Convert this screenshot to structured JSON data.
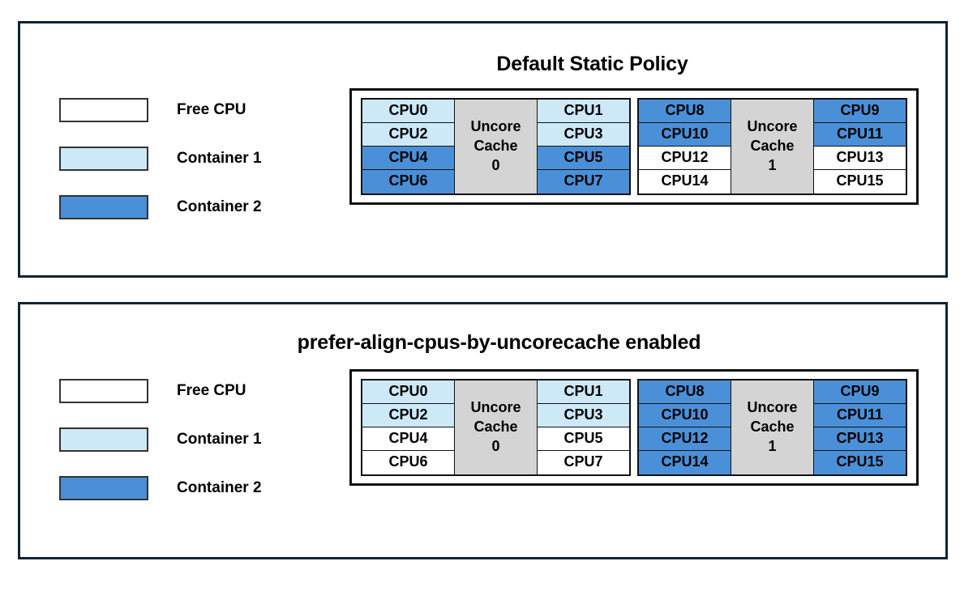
{
  "panels": [
    {
      "title": "Default Static Policy",
      "legend": [
        {
          "label": "Free CPU",
          "color": "#ffffff",
          "kind": "free"
        },
        {
          "label": "Container 1",
          "color": "#cde9f7",
          "kind": "c1"
        },
        {
          "label": "Container 2",
          "color": "#4a90d9",
          "kind": "c2"
        }
      ],
      "cache_groups": [
        {
          "uncore_line1": "Uncore",
          "uncore_line2": "Cache",
          "uncore_index": "0",
          "left_column": [
            {
              "label": "CPU0",
              "kind": "c1"
            },
            {
              "label": "CPU2",
              "kind": "c1"
            },
            {
              "label": "CPU4",
              "kind": "c2"
            },
            {
              "label": "CPU6",
              "kind": "c2"
            }
          ],
          "right_column": [
            {
              "label": "CPU1",
              "kind": "c1"
            },
            {
              "label": "CPU3",
              "kind": "c1"
            },
            {
              "label": "CPU5",
              "kind": "c2"
            },
            {
              "label": "CPU7",
              "kind": "c2"
            }
          ]
        },
        {
          "uncore_line1": "Uncore",
          "uncore_line2": "Cache",
          "uncore_index": "1",
          "left_column": [
            {
              "label": "CPU8",
              "kind": "c2"
            },
            {
              "label": "CPU10",
              "kind": "c2"
            },
            {
              "label": "CPU12",
              "kind": "free"
            },
            {
              "label": "CPU14",
              "kind": "free"
            }
          ],
          "right_column": [
            {
              "label": "CPU9",
              "kind": "c2"
            },
            {
              "label": "CPU11",
              "kind": "c2"
            },
            {
              "label": "CPU13",
              "kind": "free"
            },
            {
              "label": "CPU15",
              "kind": "free"
            }
          ]
        }
      ]
    },
    {
      "title": "prefer-align-cpus-by-uncorecache enabled",
      "legend": [
        {
          "label": "Free CPU",
          "color": "#ffffff",
          "kind": "free"
        },
        {
          "label": "Container 1",
          "color": "#cde9f7",
          "kind": "c1"
        },
        {
          "label": "Container 2",
          "color": "#4a90d9",
          "kind": "c2"
        }
      ],
      "cache_groups": [
        {
          "uncore_line1": "Uncore",
          "uncore_line2": "Cache",
          "uncore_index": "0",
          "left_column": [
            {
              "label": "CPU0",
              "kind": "c1"
            },
            {
              "label": "CPU2",
              "kind": "c1"
            },
            {
              "label": "CPU4",
              "kind": "free"
            },
            {
              "label": "CPU6",
              "kind": "free"
            }
          ],
          "right_column": [
            {
              "label": "CPU1",
              "kind": "c1"
            },
            {
              "label": "CPU3",
              "kind": "c1"
            },
            {
              "label": "CPU5",
              "kind": "free"
            },
            {
              "label": "CPU7",
              "kind": "free"
            }
          ]
        },
        {
          "uncore_line1": "Uncore",
          "uncore_line2": "Cache",
          "uncore_index": "1",
          "left_column": [
            {
              "label": "CPU8",
              "kind": "c2"
            },
            {
              "label": "CPU10",
              "kind": "c2"
            },
            {
              "label": "CPU12",
              "kind": "c2"
            },
            {
              "label": "CPU14",
              "kind": "c2"
            }
          ],
          "right_column": [
            {
              "label": "CPU9",
              "kind": "c2"
            },
            {
              "label": "CPU11",
              "kind": "c2"
            },
            {
              "label": "CPU13",
              "kind": "c2"
            },
            {
              "label": "CPU15",
              "kind": "c2"
            }
          ]
        }
      ]
    }
  ],
  "colors": {
    "free_cpu": "#ffffff",
    "container_1": "#cde9f7",
    "container_2": "#4a90d9",
    "uncore_cache": "#d4d4d4",
    "panel_border": "#0b2433",
    "cell_border": "#111111"
  }
}
